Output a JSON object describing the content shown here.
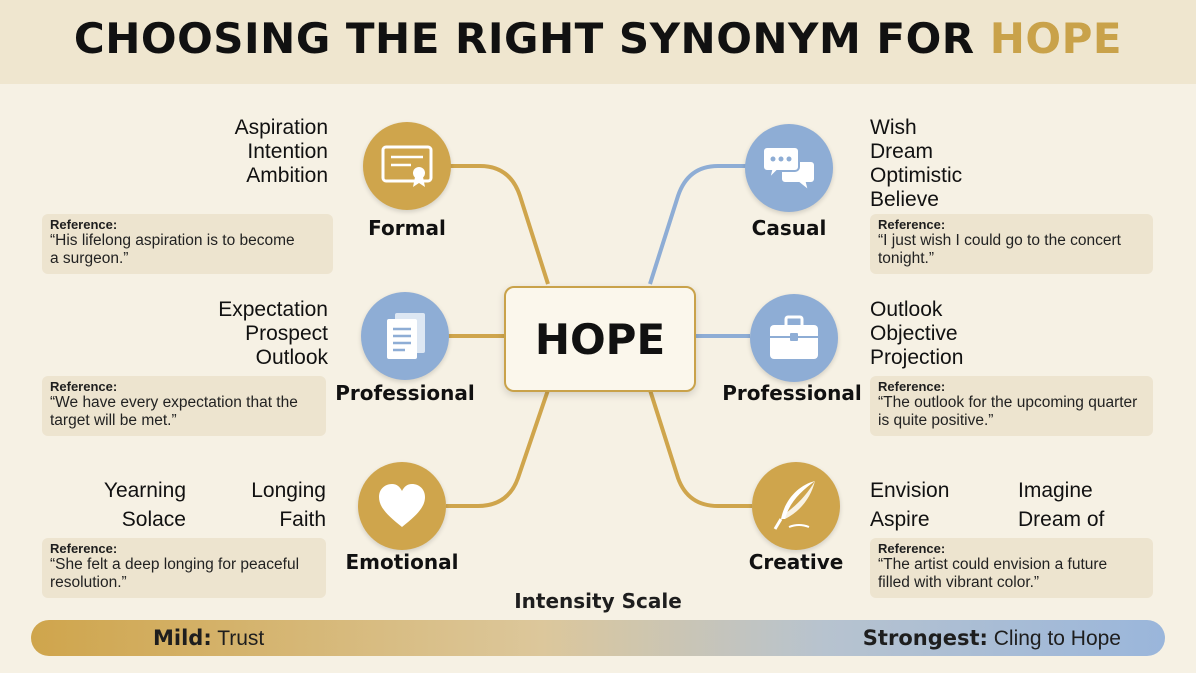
{
  "title": {
    "text": "CHOOSING THE RIGHT SYNONYM FOR",
    "highlight": "HOPE"
  },
  "center": "HOPE",
  "colors": {
    "gold": "#cfa54c",
    "blue": "#8eadd5",
    "background": "#f6f1e4"
  },
  "nodes": {
    "formal": {
      "label": "Formal",
      "icon": "certificate-icon",
      "words": [
        "Aspiration",
        "Intention",
        "Ambition"
      ],
      "ref_label": "Reference:",
      "ref_text": [
        "“His lifelong aspiration is to become",
        "a surgeon.”"
      ]
    },
    "professional_left": {
      "label": "Professional",
      "icon": "document-icon",
      "words": [
        "Expectation",
        "Prospect",
        "Outlook"
      ],
      "ref_label": "Reference:",
      "ref_text": [
        "“We have every expectation that the",
        "target will be met.”"
      ]
    },
    "emotional": {
      "label": "Emotional",
      "icon": "heart-icon",
      "words_col1": [
        "Yearning",
        "Solace"
      ],
      "words_col2": [
        "Longing",
        "Faith"
      ],
      "ref_label": "Reference:",
      "ref_text": [
        "“She felt a deep longing for peaceful",
        "resolution.”"
      ]
    },
    "casual": {
      "label": "Casual",
      "icon": "chat-bubbles-icon",
      "words": [
        "Wish",
        "Dream",
        "Optimistic",
        "Believe"
      ],
      "ref_label": "Reference:",
      "ref_text": [
        "“I just wish I could go to the concert",
        "tonight.”"
      ]
    },
    "professional_right": {
      "label": "Professional",
      "icon": "briefcase-icon",
      "words": [
        "Outlook",
        "Objective",
        "Projection"
      ],
      "ref_label": "Reference:",
      "ref_text": [
        "“The outlook for the upcoming quarter",
        "is quite positive.”"
      ]
    },
    "creative": {
      "label": "Creative",
      "icon": "quill-icon",
      "words_col1": [
        "Envision",
        "Aspire"
      ],
      "words_col2": [
        "Imagine",
        "Dream of"
      ],
      "ref_label": "Reference:",
      "ref_text": [
        "“The artist could envision a future",
        "filled with vibrant color.”"
      ]
    }
  },
  "scale": {
    "title": "Intensity Scale",
    "mild_label": "Mild:",
    "mild_value": "Trust",
    "strong_label": "Strongest:",
    "strong_value": "Cling to Hope"
  }
}
